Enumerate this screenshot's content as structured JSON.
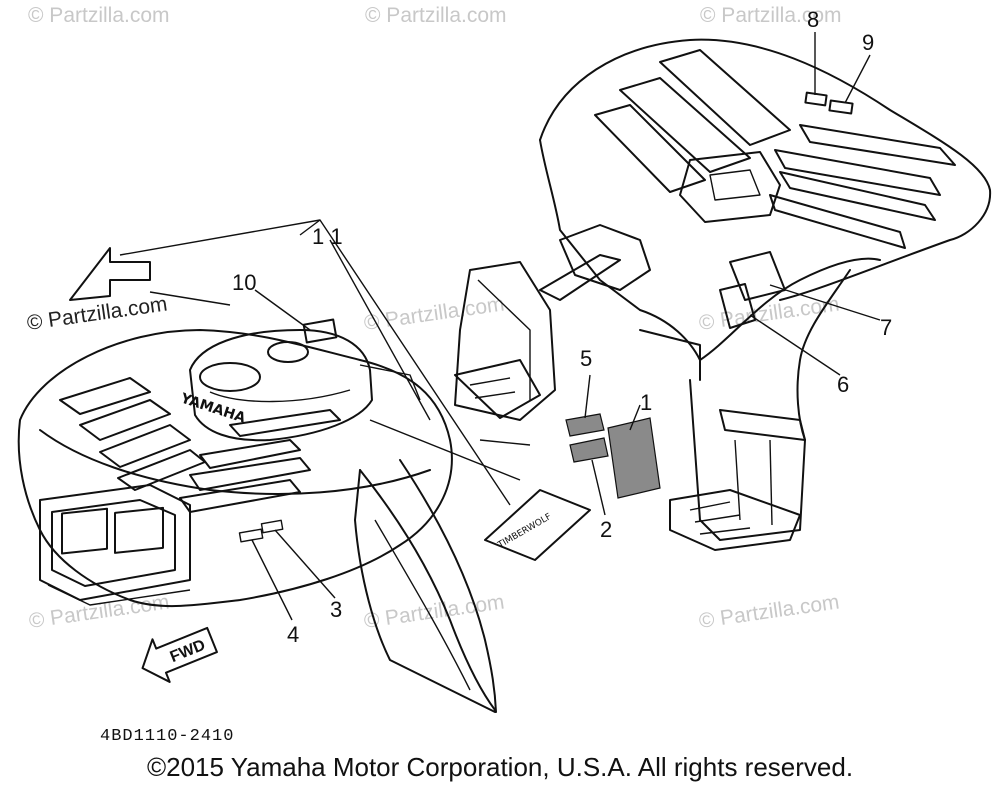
{
  "watermark": {
    "text": "© Partzilla.com"
  },
  "callouts": {
    "c1": "1",
    "c2": "2",
    "c3": "3",
    "c4": "4",
    "c5": "5",
    "c6": "6",
    "c7": "7",
    "c8": "8",
    "c9": "9",
    "c10": "10",
    "c11": "1 1"
  },
  "labels": {
    "yamaha_logo": "YAMAHA",
    "fwd_arrow": "FWD",
    "model_decal": "TIMBERWOLF"
  },
  "part_number": "4BD1110-2410",
  "copyright": "©2015 Yamaha Motor Corporation, U.S.A. All rights reserved."
}
